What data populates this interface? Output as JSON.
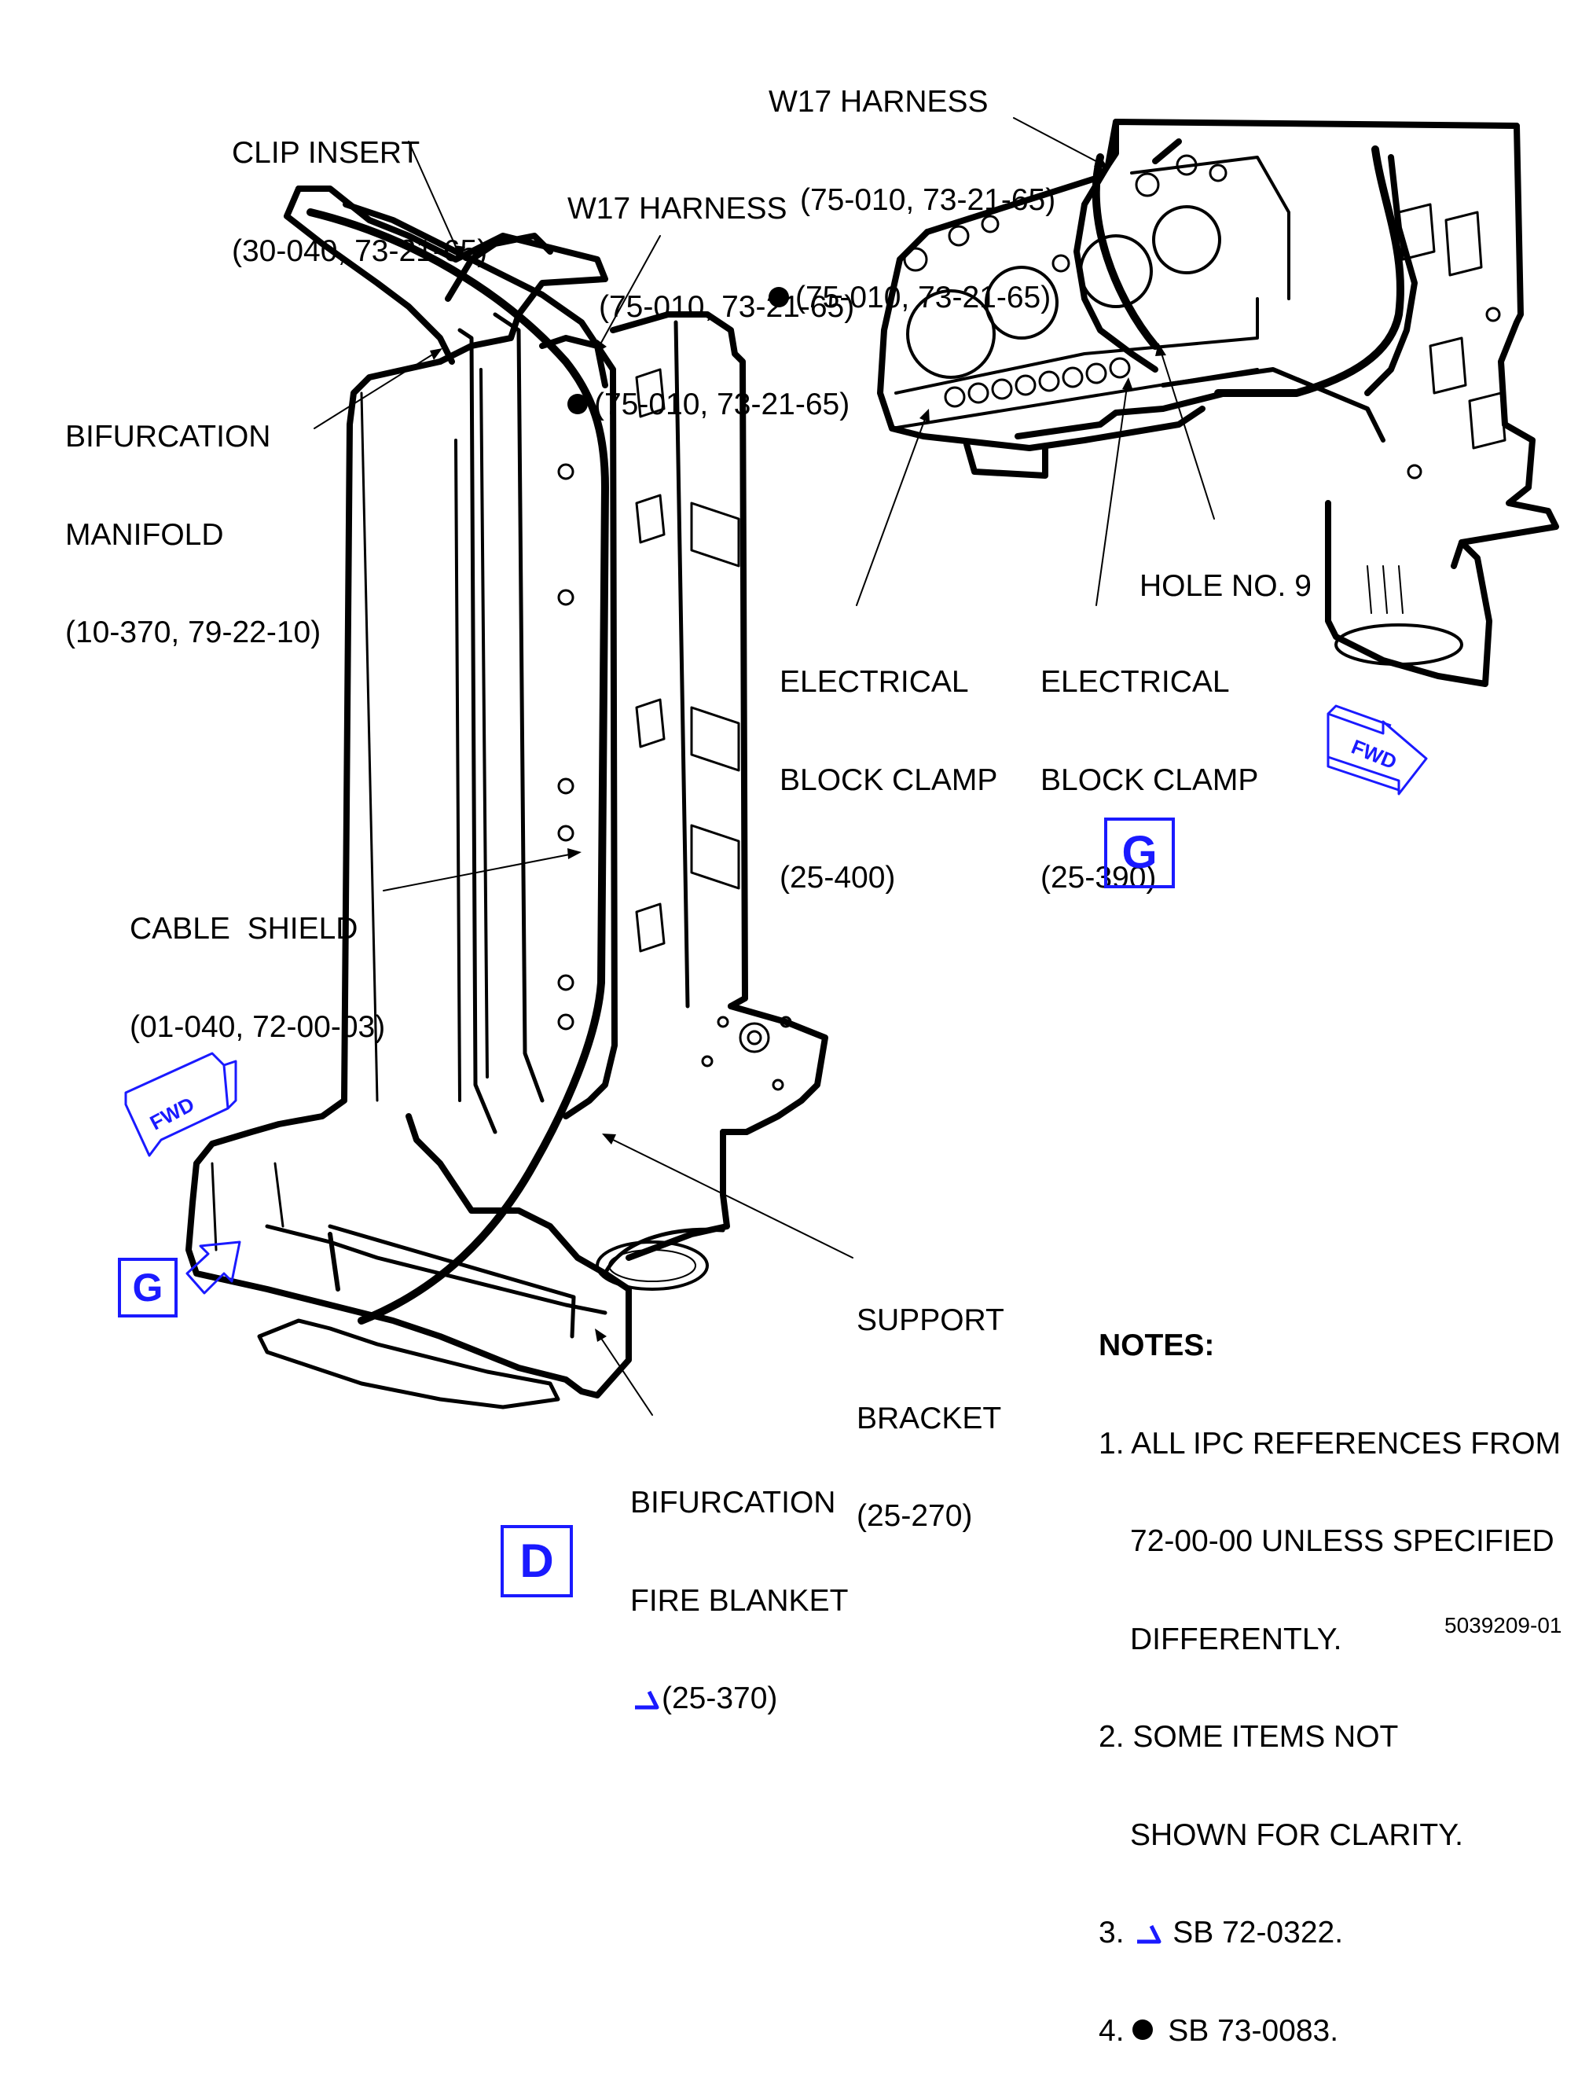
{
  "labels": {
    "w17_right": {
      "line1": "W17 HARNESS",
      "line2": "(75-010, 73-21-65)",
      "line3": "(75-010, 73-21-65)"
    },
    "clip_insert": {
      "line1": "CLIP INSERT",
      "line2": "(30-040, 73-21-65)"
    },
    "w17_left": {
      "line1": "W17 HARNESS",
      "line2": "(75-010, 73-21-65)",
      "line3": "(75-010, 73-21-65)"
    },
    "bifurcation_manifold": {
      "line1": "BIFURCATION",
      "line2": "MANIFOLD",
      "line3": "(10-370, 79-22-10)"
    },
    "cable_shield": {
      "line1": "CABLE  SHIELD",
      "line2": "(01-040, 72-00-03)"
    },
    "electrical_block_clamp_400": {
      "line1": "ELECTRICAL",
      "line2": "BLOCK CLAMP",
      "line3": "(25-400)"
    },
    "electrical_block_clamp_390": {
      "line1": "ELECTRICAL",
      "line2": "BLOCK CLAMP",
      "line3": "(25-390)"
    },
    "hole_no_9": "HOLE NO. 9",
    "support_bracket": {
      "line1": "SUPPORT",
      "line2": "BRACKET",
      "line3": "(25-270)"
    },
    "bifurcation_fire_blanket": {
      "line1": "BIFURCATION",
      "line2": "FIRE BLANKET",
      "line3": "(25-370)"
    }
  },
  "view_markers": {
    "g_top": "G",
    "g_bottom": "G",
    "d": "D"
  },
  "fwd_arrows": {
    "right": "FWD",
    "left": "FWD"
  },
  "notes": {
    "title": "NOTES:",
    "n1_line1": "1. ALL IPC REFERENCES FROM",
    "n1_line2": "72-00-00 UNLESS SPECIFIED",
    "n1_line3": "DIFFERENTLY.",
    "n2_line1": "2. SOME ITEMS NOT",
    "n2_line2": "SHOWN FOR CLARITY.",
    "n3_num": "3.",
    "n3_text": "SB 72-0322.",
    "n4_num": "4.",
    "n4_text": "SB 73-0083."
  },
  "document_number": "5039209-01",
  "colors": {
    "ink": "#000000",
    "callout_blue": "#1a1aff"
  }
}
